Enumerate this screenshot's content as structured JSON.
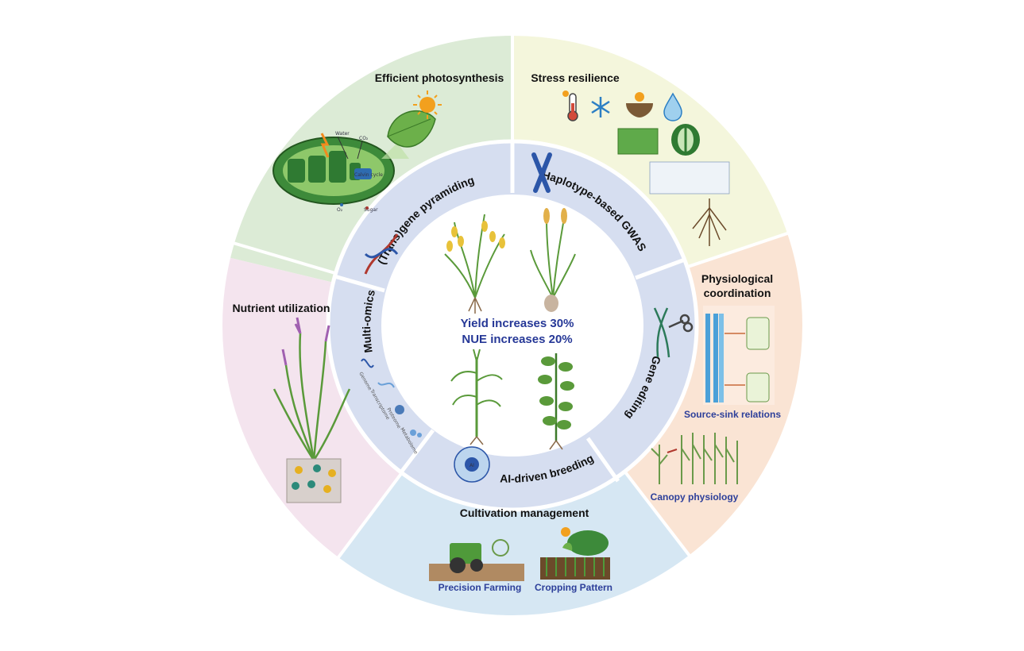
{
  "outer_sectors": {
    "photosynthesis": {
      "title": "Efficient photosynthesis",
      "color": "#dcebd6",
      "labels": {
        "water": "Water",
        "co2": "CO₂",
        "calvin": "Calvin cycle",
        "o2": "O₂",
        "sugar": "Sugar"
      }
    },
    "stress": {
      "title": "Stress resilience",
      "color": "#f4f6dc"
    },
    "physiological": {
      "title_line1": "Physiological",
      "title_line2": "coordination",
      "color": "#fae4d4",
      "source_sink": "Source-sink relations",
      "canopy": "Canopy physiology"
    },
    "cultivation": {
      "title": "Cultivation management",
      "color": "#d6e7f3",
      "precision": "Precision Farming",
      "cropping": "Cropping Pattern"
    },
    "nutrient": {
      "title": "Nutrient utilization",
      "color": "#f4e4ee"
    }
  },
  "inner_ring": {
    "color": "#d6def0",
    "segments": {
      "transgene": "(Trans)gene pyramiding",
      "haplotype": "Haplotype-based GWAS",
      "gene_editing": "Gene editing",
      "ai": "AI-driven breeding",
      "ai_chip": "AI",
      "omics": "Multi-omics",
      "omics_items": [
        "Genome",
        "Transcriptome",
        "Proteome",
        "Metabolome"
      ]
    }
  },
  "center": {
    "line1": "Yield increases 30%",
    "line2": "NUE increases 20%"
  },
  "colors": {
    "leaf_green": "#4f9a3a",
    "dark_green": "#2f6b2a",
    "center_text": "#263897",
    "sub_label": "#2d3f9a",
    "sun": "#f2a01e"
  }
}
